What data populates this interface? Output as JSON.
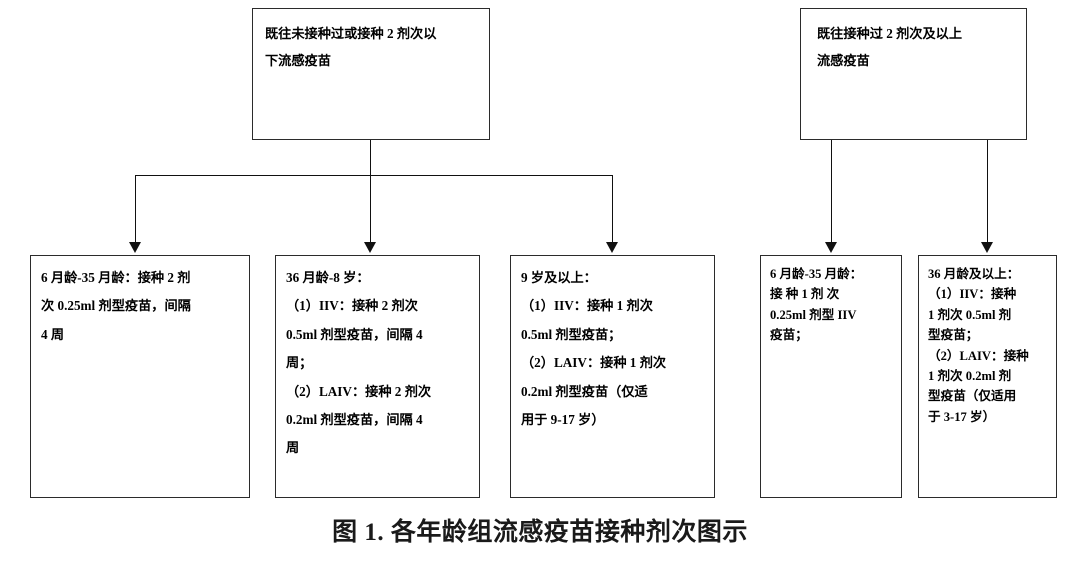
{
  "figure": {
    "caption": "图 1. 各年龄组流感疫苗接种剂次图示"
  },
  "branches": [
    {
      "id": "unvaccinated-or-under-two-doses",
      "root_label": "既往未接种过或接种 2 剂次以\n下流感疫苗",
      "leaves": [
        {
          "id": "age-6m-35m",
          "label": "6 月龄-35 月龄：接种 2 剂\n次 0.25ml 剂型疫苗，间隔\n4 周"
        },
        {
          "id": "age-36m-8y",
          "label": "36 月龄-8 岁：\n（1）IIV：接种 2 剂次\n0.5ml 剂型疫苗，间隔 4\n周；\n（2）LAIV：接种 2 剂次\n0.2ml 剂型疫苗，间隔 4\n周"
        },
        {
          "id": "age-9y-and-above",
          "label": "9 岁及以上：\n（1）IIV：接种 1 剂次\n0.5ml 剂型疫苗；\n（2）LAIV：接种 1 剂次\n0.2ml 剂型疫苗（仅适\n用于 9-17 岁）"
        }
      ]
    },
    {
      "id": "vaccinated-two-or-more-doses",
      "root_label": "既往接种过 2 剂次及以上\n流感疫苗",
      "leaves": [
        {
          "id": "age-6m-35m-prior",
          "label": "6 月龄-35 月龄：\n接 种 1 剂 次\n0.25ml 剂型 IIV\n疫苗；"
        },
        {
          "id": "age-36m-and-above-prior",
          "label": "36 月龄及以上：\n（1）IIV：接种\n1 剂次 0.5ml 剂\n型疫苗；\n（2）LAIV：接种\n1 剂次 0.2ml 剂\n型疫苗（仅适用\n于 3-17 岁）"
        }
      ]
    }
  ],
  "colors": {
    "box_border": "#2b2b2b",
    "connector": "#111111",
    "text": "#000000",
    "background": "#ffffff"
  }
}
